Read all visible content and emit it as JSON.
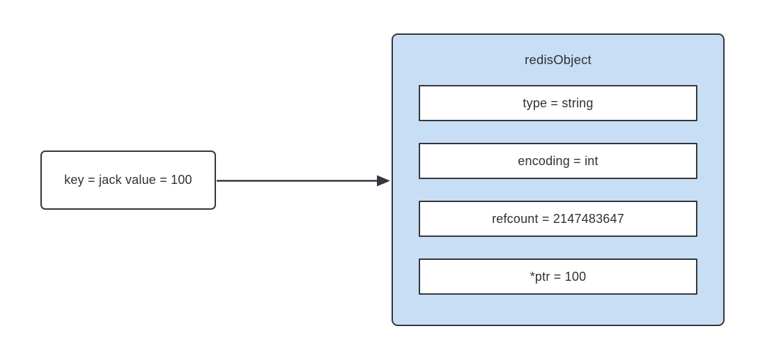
{
  "key_node": {
    "label": "key = jack value = 100"
  },
  "arrow": {
    "from": "key_node",
    "to": "redis_object",
    "direction": "right"
  },
  "redis_object": {
    "title": "redisObject",
    "fields": [
      {
        "label": "type = string"
      },
      {
        "label": "encoding = int"
      },
      {
        "label": "refcount = 2147483647"
      },
      {
        "label": "*ptr = 100"
      }
    ]
  },
  "colors": {
    "container_fill": "#c8def5",
    "node_fill": "#ffffff",
    "stroke": "#33363c",
    "text": "#2f3037",
    "background": "#ffffff"
  }
}
